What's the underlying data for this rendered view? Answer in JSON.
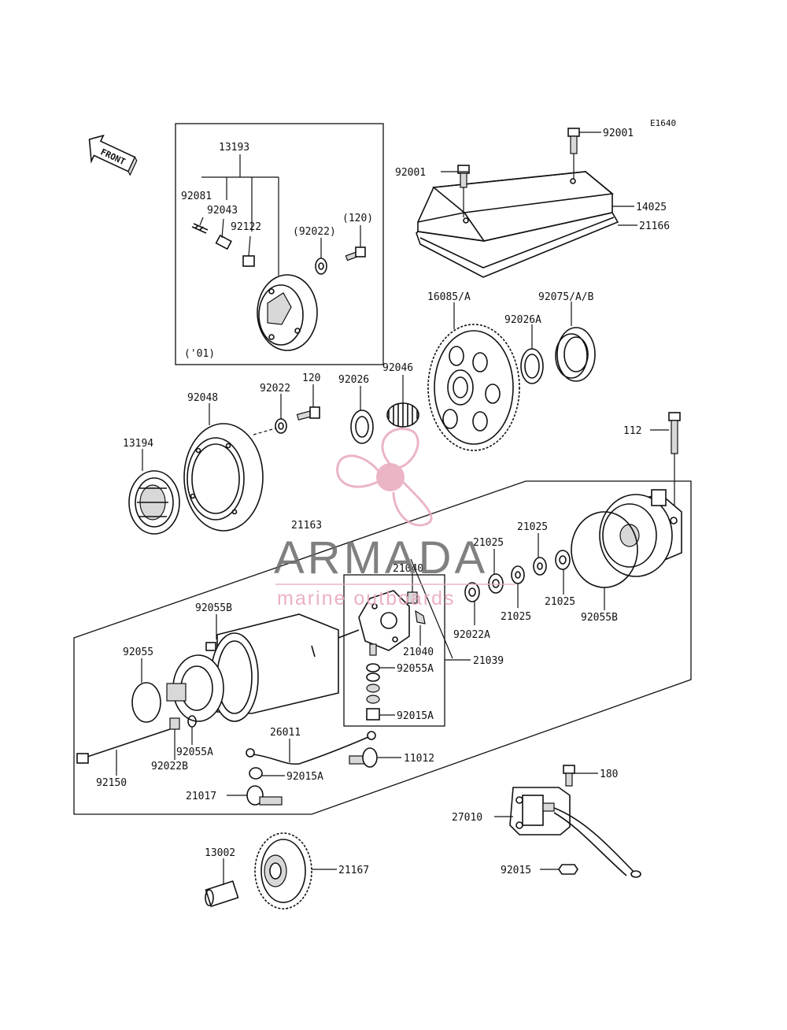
{
  "diagram_code": "E1640",
  "front_label": "FRONT",
  "inset_year_label": "('01)",
  "watermark": {
    "brand": "ARMADA",
    "tagline": "marine outboards",
    "brand_color": "#6b6b6b",
    "logo_color": "#e8a9bd"
  },
  "labels": {
    "p92001_top": "92001",
    "p92001_left": "92001",
    "p14025": "14025",
    "p21166": "21166",
    "p13193": "13193",
    "p92081": "92081",
    "p92043": "92043",
    "p92122": "92122",
    "p92022_paren": "(92022)",
    "p120_paren": "(120)",
    "p16085A": "16085/A",
    "p92075AB": "92075/A/B",
    "p92026A": "92026A",
    "p92046": "92046",
    "p92026": "92026",
    "p92022": "92022",
    "p120": "120",
    "p92048": "92048",
    "p13194": "13194",
    "p112": "112",
    "p21163": "21163",
    "p21025_a": "21025",
    "p21025_b": "21025",
    "p21025_c": "21025",
    "p21025_d": "21025",
    "p21040_a": "21040",
    "p21040_b": "21040",
    "p92022A": "92022A",
    "p92055B_r": "92055B",
    "p92055B_l": "92055B",
    "p92055": "92055",
    "p92055A_a": "92055A",
    "p21039": "21039",
    "p92015A_a": "92015A",
    "p92055A_b": "92055A",
    "p26011": "26011",
    "p11012": "11012",
    "p92022B": "92022B",
    "p92150": "92150",
    "p92015A_b": "92015A",
    "p21017": "21017",
    "p180": "180",
    "p27010": "27010",
    "p92015": "92015",
    "p13002": "13002",
    "p21167": "21167"
  }
}
